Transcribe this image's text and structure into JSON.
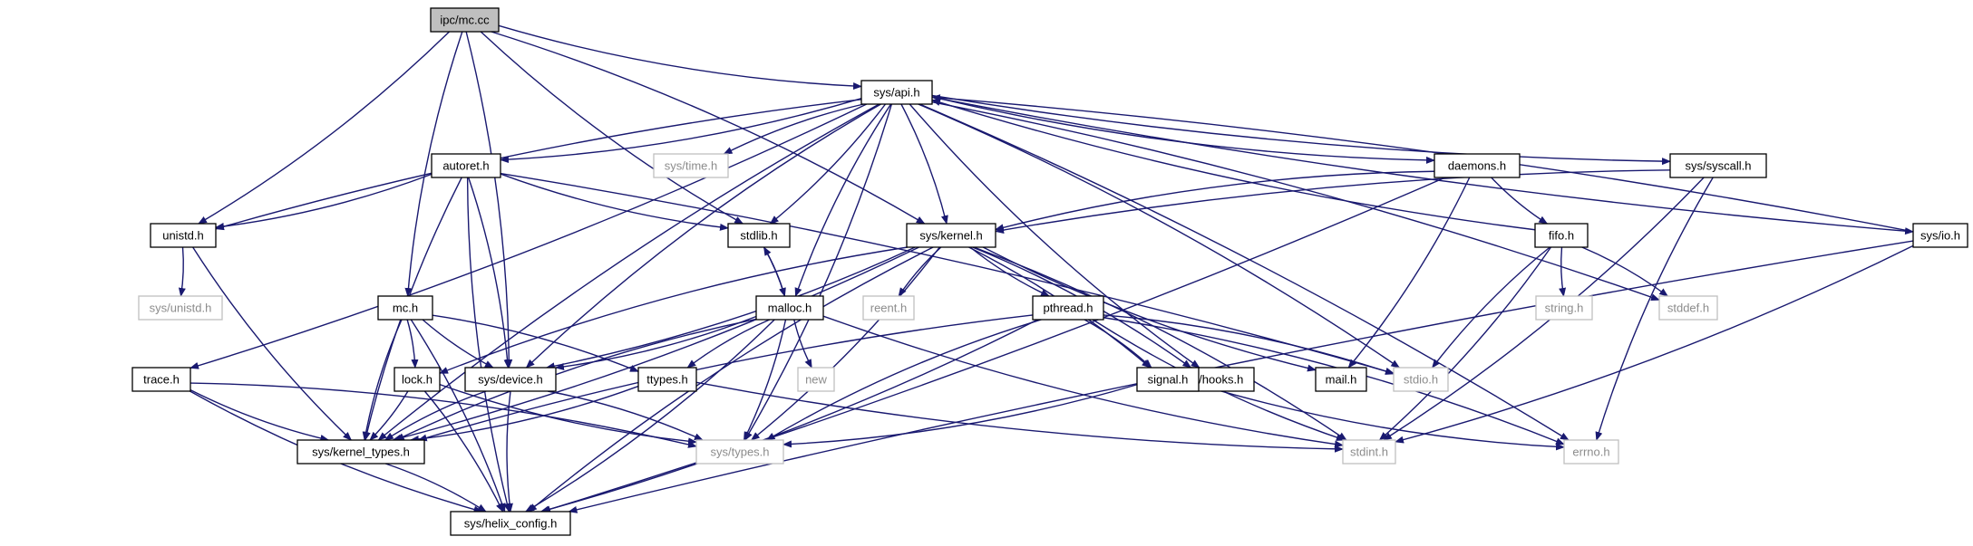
{
  "diagram": {
    "type": "include-dependency-graph",
    "colors": {
      "edge": "#191970",
      "root_fill": "#bfbfbf",
      "node_border": "#000000",
      "external_border": "#bfbfbf",
      "external_text": "#8c8c8c"
    },
    "nodes": [
      {
        "id": "ipc_mc_cc",
        "label": "ipc/mc.cc",
        "kind": "root"
      },
      {
        "id": "sys_api_h",
        "label": "sys/api.h",
        "kind": "doc"
      },
      {
        "id": "autoret_h",
        "label": "autoret.h",
        "kind": "doc"
      },
      {
        "id": "sys_time_h",
        "label": "sys/time.h",
        "kind": "ext"
      },
      {
        "id": "daemons_h",
        "label": "daemons.h",
        "kind": "doc"
      },
      {
        "id": "sys_syscall_h",
        "label": "sys/syscall.h",
        "kind": "doc"
      },
      {
        "id": "unistd_h",
        "label": "unistd.h",
        "kind": "doc"
      },
      {
        "id": "stdlib_h",
        "label": "stdlib.h",
        "kind": "doc"
      },
      {
        "id": "sys_kernel_h",
        "label": "sys/kernel.h",
        "kind": "doc"
      },
      {
        "id": "fifo_h",
        "label": "fifo.h",
        "kind": "doc"
      },
      {
        "id": "sys_io_h",
        "label": "sys/io.h",
        "kind": "doc"
      },
      {
        "id": "sys_unistd_h",
        "label": "sys/unistd.h",
        "kind": "ext"
      },
      {
        "id": "mc_h",
        "label": "mc.h",
        "kind": "doc"
      },
      {
        "id": "malloc_h",
        "label": "malloc.h",
        "kind": "doc"
      },
      {
        "id": "reent_h",
        "label": "reent.h",
        "kind": "ext"
      },
      {
        "id": "pthread_h",
        "label": "pthread.h",
        "kind": "doc"
      },
      {
        "id": "sys_hooks_h",
        "label": "sys/hooks.h",
        "kind": "doc"
      },
      {
        "id": "mail_h",
        "label": "mail.h",
        "kind": "doc"
      },
      {
        "id": "string_h",
        "label": "string.h",
        "kind": "ext"
      },
      {
        "id": "stddef_h",
        "label": "stddef.h",
        "kind": "ext"
      },
      {
        "id": "new",
        "label": "new",
        "kind": "ext"
      },
      {
        "id": "trace_h",
        "label": "trace.h",
        "kind": "doc"
      },
      {
        "id": "lock_h",
        "label": "lock.h",
        "kind": "doc"
      },
      {
        "id": "sys_device_h",
        "label": "sys/device.h",
        "kind": "doc"
      },
      {
        "id": "ttypes_h",
        "label": "ttypes.h",
        "kind": "doc"
      },
      {
        "id": "signal_h",
        "label": "signal.h",
        "kind": "doc"
      },
      {
        "id": "stdio_h",
        "label": "stdio.h",
        "kind": "ext"
      },
      {
        "id": "sys_kernel_types_h",
        "label": "sys/kernel_types.h",
        "kind": "doc"
      },
      {
        "id": "sys_types_h",
        "label": "sys/types.h",
        "kind": "ext"
      },
      {
        "id": "stdint_h",
        "label": "stdint.h",
        "kind": "ext"
      },
      {
        "id": "errno_h",
        "label": "errno.h",
        "kind": "ext"
      },
      {
        "id": "sys_helix_config_h",
        "label": "sys/helix_config.h",
        "kind": "doc"
      }
    ],
    "edges": [
      [
        "ipc_mc_cc",
        "sys_api_h"
      ],
      [
        "ipc_mc_cc",
        "unistd_h"
      ],
      [
        "ipc_mc_cc",
        "mc_h"
      ],
      [
        "ipc_mc_cc",
        "sys_device_h"
      ],
      [
        "ipc_mc_cc",
        "stdlib_h"
      ],
      [
        "ipc_mc_cc",
        "sys_kernel_h"
      ],
      [
        "sys_api_h",
        "sys_kernel_types_h"
      ],
      [
        "sys_api_h",
        "trace_h"
      ],
      [
        "sys_api_h",
        "unistd_h"
      ],
      [
        "sys_api_h",
        "autoret_h"
      ],
      [
        "sys_api_h",
        "sys_time_h"
      ],
      [
        "sys_api_h",
        "stdlib_h"
      ],
      [
        "sys_api_h",
        "sys_device_h"
      ],
      [
        "sys_api_h",
        "sys_types_h"
      ],
      [
        "sys_api_h",
        "malloc_h"
      ],
      [
        "sys_api_h",
        "sys_kernel_h"
      ],
      [
        "sys_api_h",
        "sys_hooks_h"
      ],
      [
        "sys_api_h",
        "stdio_h"
      ],
      [
        "sys_api_h",
        "daemons_h"
      ],
      [
        "sys_api_h",
        "stddef_h"
      ],
      [
        "sys_api_h",
        "sys_syscall_h"
      ],
      [
        "sys_api_h",
        "errno_h"
      ],
      [
        "sys_api_h",
        "sys_io_h"
      ],
      [
        "autoret_h",
        "unistd_h"
      ],
      [
        "autoret_h",
        "stdlib_h"
      ],
      [
        "autoret_h",
        "stdio_h"
      ],
      [
        "autoret_h",
        "sys_kernel_types_h"
      ],
      [
        "autoret_h",
        "sys_device_h"
      ],
      [
        "autoret_h",
        "sys_helix_config_h"
      ],
      [
        "unistd_h",
        "sys_unistd_h"
      ],
      [
        "unistd_h",
        "sys_kernel_types_h"
      ],
      [
        "stdlib_h",
        "malloc_h"
      ],
      [
        "malloc_h",
        "stdlib_h"
      ],
      [
        "sys_kernel_h",
        "sys_kernel_types_h"
      ],
      [
        "sys_kernel_h",
        "lock_h"
      ],
      [
        "sys_kernel_h",
        "sys_device_h"
      ],
      [
        "sys_kernel_h",
        "sys_helix_config_h"
      ],
      [
        "sys_kernel_h",
        "sys_types_h"
      ],
      [
        "sys_kernel_h",
        "reent_h"
      ],
      [
        "sys_kernel_h",
        "signal_h"
      ],
      [
        "sys_kernel_h",
        "pthread_h"
      ],
      [
        "sys_kernel_h",
        "sys_hooks_h"
      ],
      [
        "sys_kernel_h",
        "mail_h"
      ],
      [
        "sys_kernel_h",
        "stdint_h"
      ],
      [
        "daemons_h",
        "sys_kernel_h"
      ],
      [
        "daemons_h",
        "mail_h"
      ],
      [
        "daemons_h",
        "fifo_h"
      ],
      [
        "daemons_h",
        "sys_helix_config_h"
      ],
      [
        "sys_syscall_h",
        "sys_kernel_h"
      ],
      [
        "sys_syscall_h",
        "stdint_h"
      ],
      [
        "sys_syscall_h",
        "errno_h"
      ],
      [
        "fifo_h",
        "sys_api_h"
      ],
      [
        "fifo_h",
        "string_h"
      ],
      [
        "fifo_h",
        "stddef_h"
      ],
      [
        "fifo_h",
        "stdio_h"
      ],
      [
        "fifo_h",
        "stdint_h"
      ],
      [
        "sys_io_h",
        "sys_api_h"
      ],
      [
        "sys_io_h",
        "stdint_h"
      ],
      [
        "sys_io_h",
        "sys_helix_config_h"
      ],
      [
        "mc_h",
        "lock_h"
      ],
      [
        "mc_h",
        "sys_device_h"
      ],
      [
        "mc_h",
        "ttypes_h"
      ],
      [
        "mc_h",
        "sys_kernel_types_h"
      ],
      [
        "mc_h",
        "sys_helix_config_h"
      ],
      [
        "malloc_h",
        "new"
      ],
      [
        "malloc_h",
        "sys_device_h"
      ],
      [
        "malloc_h",
        "ttypes_h"
      ],
      [
        "malloc_h",
        "sys_types_h"
      ],
      [
        "malloc_h",
        "sys_kernel_types_h"
      ],
      [
        "malloc_h",
        "sys_helix_config_h"
      ],
      [
        "malloc_h",
        "stdint_h"
      ],
      [
        "pthread_h",
        "signal_h"
      ],
      [
        "pthread_h",
        "sys_types_h"
      ],
      [
        "pthread_h",
        "stdio_h"
      ],
      [
        "pthread_h",
        "stdint_h"
      ],
      [
        "pthread_h",
        "errno_h"
      ],
      [
        "pthread_h",
        "sys_kernel_types_h"
      ],
      [
        "pthread_h",
        "sys_helix_config_h"
      ],
      [
        "trace_h",
        "sys_kernel_types_h"
      ],
      [
        "trace_h",
        "sys_types_h"
      ],
      [
        "trace_h",
        "sys_helix_config_h"
      ],
      [
        "lock_h",
        "sys_kernel_types_h"
      ],
      [
        "lock_h",
        "sys_types_h"
      ],
      [
        "lock_h",
        "sys_helix_config_h"
      ],
      [
        "sys_device_h",
        "sys_kernel_types_h"
      ],
      [
        "sys_device_h",
        "sys_types_h"
      ],
      [
        "sys_device_h",
        "sys_helix_config_h"
      ],
      [
        "ttypes_h",
        "sys_kernel_types_h"
      ],
      [
        "ttypes_h",
        "stdint_h"
      ],
      [
        "signal_h",
        "sys_types_h"
      ],
      [
        "signal_h",
        "errno_h"
      ],
      [
        "sys_kernel_types_h",
        "sys_helix_config_h"
      ]
    ]
  }
}
